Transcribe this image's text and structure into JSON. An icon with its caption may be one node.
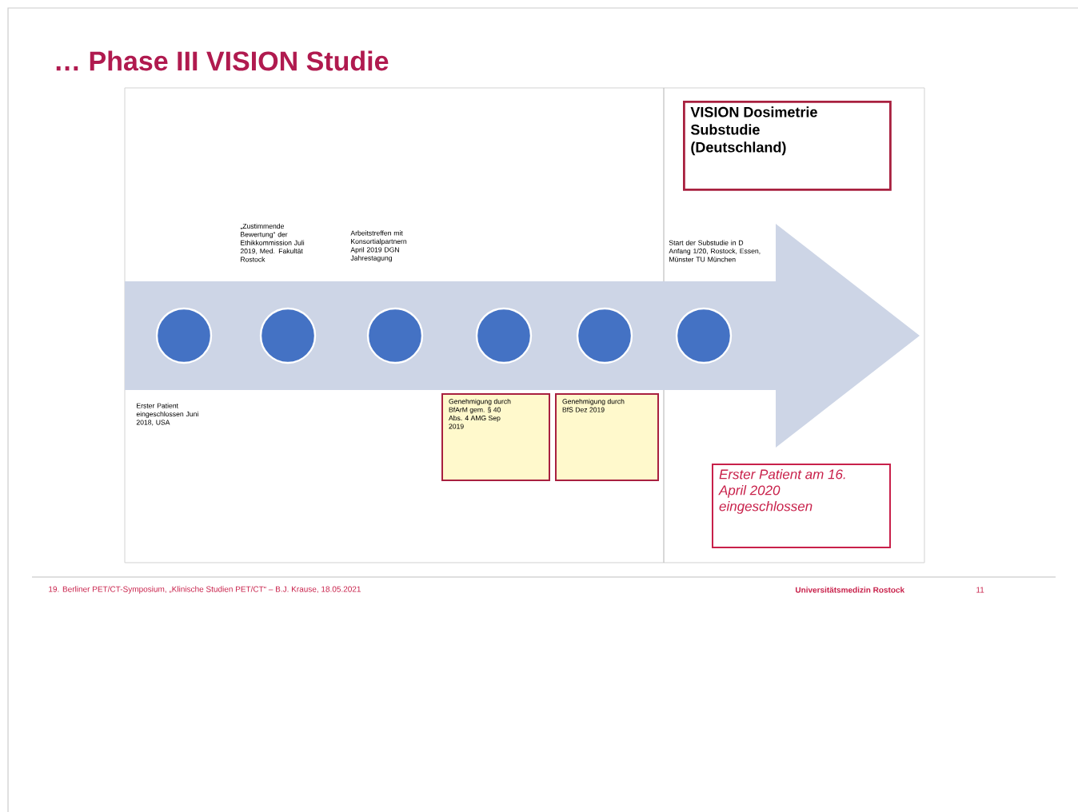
{
  "diagram": {
    "title": "… Phase III VISION Studie",
    "nodes": [
      {
        "text": [],
        "shape": "circle"
      },
      {
        "text": [],
        "shape": "circle"
      },
      {
        "text": [],
        "shape": "circle"
      },
      {
        "text": [],
        "shape": "circle"
      },
      {
        "text": [],
        "shape": "circle"
      },
      {
        "text": [],
        "shape": "circle"
      },
      {
        "text": [
          "VISION Dosimetrie Substudie (Deutschland)"
        ]
      },
      {
        "text": [
          "Genehmigung durch BfArM gem. § 40 Abs. 4 AMG Sep 2019"
        ]
      },
      {
        "text": [
          "Genehmigung durch BfS Dez 2019"
        ]
      },
      {
        "text": [
          "Erster Patient am 16. April 2020 eingeschlossen"
        ]
      }
    ],
    "labels": [
      "„Zustimmende Bewertung“ der Ethikkommission Juli 2019, Med. Fakultät Rostock",
      "Arbeitstreffen mit Konsortialpartnern April 2019 DGN Jahrestagung",
      "Start der Substudie in D Anfang 1/20, Rostock, Essen, Münster TU München",
      "Erster Patient eingeschlossen Juni 2018, USA",
      "19. Berliner PET/CT-Symposium, „Klinische Studien PET/CT“ – B.J. Krause, 18.05.2021",
      "Universitätsmedizin Rostock",
      "11"
    ]
  }
}
